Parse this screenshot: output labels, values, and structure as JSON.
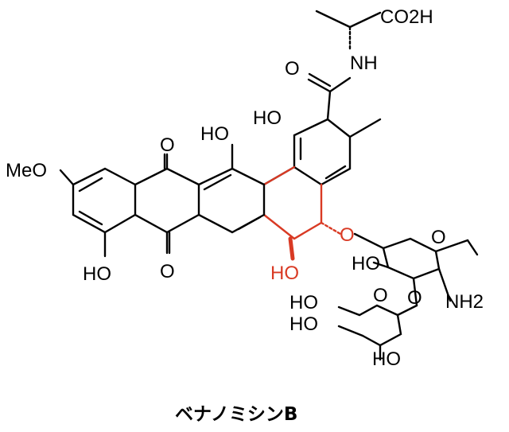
{
  "compound_name": "ベナノミシンB",
  "colors": {
    "default_bond": "#000000",
    "highlight": "#d93a24"
  },
  "atom_labels": {
    "co2h": "CO2H",
    "nh": "NH",
    "amide_o": "O",
    "ho_top_ring": "HO",
    "ho_middle": "HO",
    "quinone_o_top": "O",
    "quinone_o_bottom": "O",
    "meo": "MeO",
    "ho_left": "HO",
    "ho_red": "HO",
    "glyco_o": "O",
    "sugar1_ring_o": "O",
    "sugar1_ho": "HO",
    "sugar1_o_link": "O",
    "nh2": "NH2",
    "sugar2_ring_o": "O",
    "sugar2_ho_a": "HO",
    "sugar2_ho_b": "HO",
    "sugar2_ho_c": "HO"
  }
}
